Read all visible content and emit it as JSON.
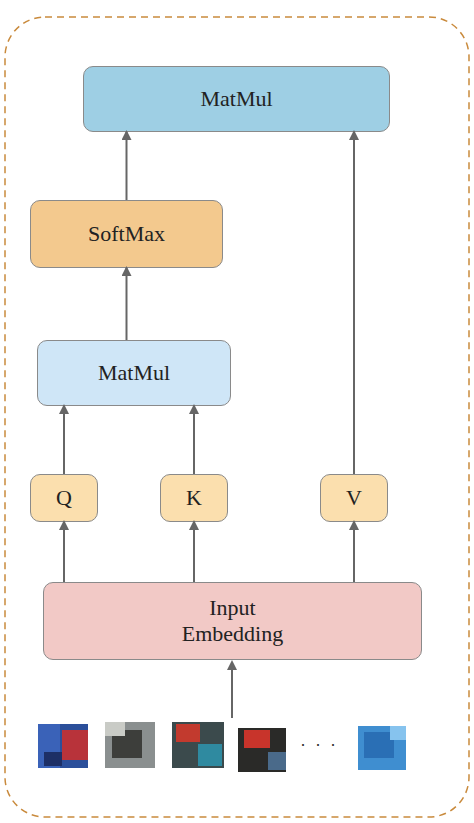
{
  "diagram": {
    "nodes": [
      {
        "text": [
          "MatMul"
        ]
      },
      {
        "text": [
          "SoftMax"
        ]
      },
      {
        "text": [
          "MatMul"
        ]
      },
      {
        "text": [
          "Q"
        ]
      },
      {
        "text": [
          "K"
        ]
      },
      {
        "text": [
          "V"
        ]
      },
      {
        "text": [
          "Input Embedding"
        ]
      }
    ],
    "edges": [
      {
        "from": 6,
        "to": 3,
        "arrow": "to"
      },
      {
        "from": 6,
        "to": 4,
        "arrow": "to"
      },
      {
        "from": 6,
        "to": 5,
        "arrow": "to"
      },
      {
        "from": 3,
        "to": 2,
        "arrow": "to"
      },
      {
        "from": 4,
        "to": 2,
        "arrow": "to"
      },
      {
        "from": 2,
        "to": 1,
        "arrow": "to"
      },
      {
        "from": 1,
        "to": 0,
        "arrow": "to"
      },
      {
        "from": 5,
        "to": 0,
        "arrow": "to"
      }
    ],
    "labels": [
      "· · ·"
    ]
  }
}
